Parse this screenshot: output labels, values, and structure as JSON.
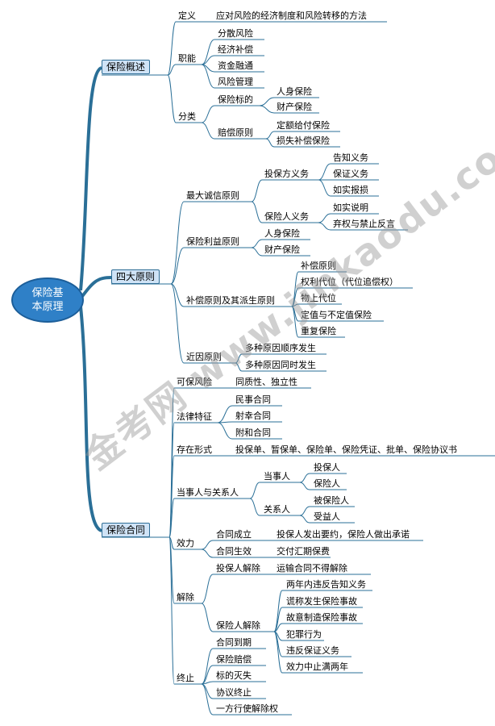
{
  "root": {
    "line1": "保险基",
    "line2": "本原理"
  },
  "b1": {
    "label": "保险概述",
    "definition": {
      "label": "定义",
      "text": "应对风险的经济制度和风险转移的方法"
    },
    "functions": {
      "label": "职能",
      "items": [
        "分散风险",
        "经济补偿",
        "资金融通",
        "风险管理"
      ]
    },
    "classification": {
      "label": "分类",
      "by_subject": {
        "label": "保险标的",
        "items": [
          "人身保险",
          "财产保险"
        ]
      },
      "by_indemnity": {
        "label": "赔偿原则",
        "items": [
          "定额给付保险",
          "损失补偿保险"
        ]
      }
    }
  },
  "b2": {
    "label": "四大原则",
    "utmost_good_faith": {
      "label": "最大诚信原则",
      "insurer": {
        "label": "投保方义务",
        "items": [
          "告知义务",
          "保证义务",
          "如实报损"
        ]
      },
      "insured": {
        "label": "保险人义务",
        "items": [
          "如实说明",
          "弃权与禁止反言"
        ]
      }
    },
    "insurable_interest": {
      "label": "保险利益原则",
      "items": [
        "人身保险",
        "财产保险"
      ]
    },
    "indemnity": {
      "label": "补偿原则及其派生原则",
      "items": [
        "补偿原则",
        "权利代位（代位追偿权）",
        "物上代位",
        "定值与不定值保险",
        "重复保险"
      ]
    },
    "proximate_cause": {
      "label": "近因原则",
      "items": [
        "多种原因顺序发生",
        "多种原因同时发生"
      ]
    }
  },
  "b3": {
    "label": "保险合同",
    "insurable_risk": {
      "label": "可保风险",
      "text": "同质性、独立性"
    },
    "legal_features": {
      "label": "法律特征",
      "items": [
        "民事合同",
        "射幸合同",
        "附和合同"
      ]
    },
    "forms": {
      "label": "存在形式",
      "text": "投保单、暂保单、保险单、保险凭证、批单、保险协议书"
    },
    "parties": {
      "label": "当事人与关系人",
      "principals": {
        "label": "当事人",
        "items": [
          "投保人",
          "保险人"
        ]
      },
      "relatives": {
        "label": "关系人",
        "items": [
          "被保险人",
          "受益人"
        ]
      }
    },
    "effect": {
      "label": "效力",
      "formation": {
        "label": "合同成立",
        "text": "投保人发出要约，保险人做出承诺"
      },
      "effective": {
        "label": "合同生效",
        "text": "交付汇期保费"
      }
    },
    "rescission": {
      "label": "解除",
      "by_applicant": {
        "label": "投保人解除",
        "text": "运输合同不得解除"
      },
      "by_insurer": {
        "label": "保险人解除",
        "items": [
          "两年内违反告知义务",
          "谎称发生保险事故",
          "故意制造保险事故",
          "犯罪行为",
          "违反保证义务",
          "效力中止满两年"
        ]
      }
    },
    "termination": {
      "label": "终止",
      "items": [
        "合同到期",
        "保险赔偿",
        "标的灭失",
        "协议终止",
        "一方行使解除权"
      ]
    }
  },
  "watermark": "金考网  www.jinkaodu.com"
}
